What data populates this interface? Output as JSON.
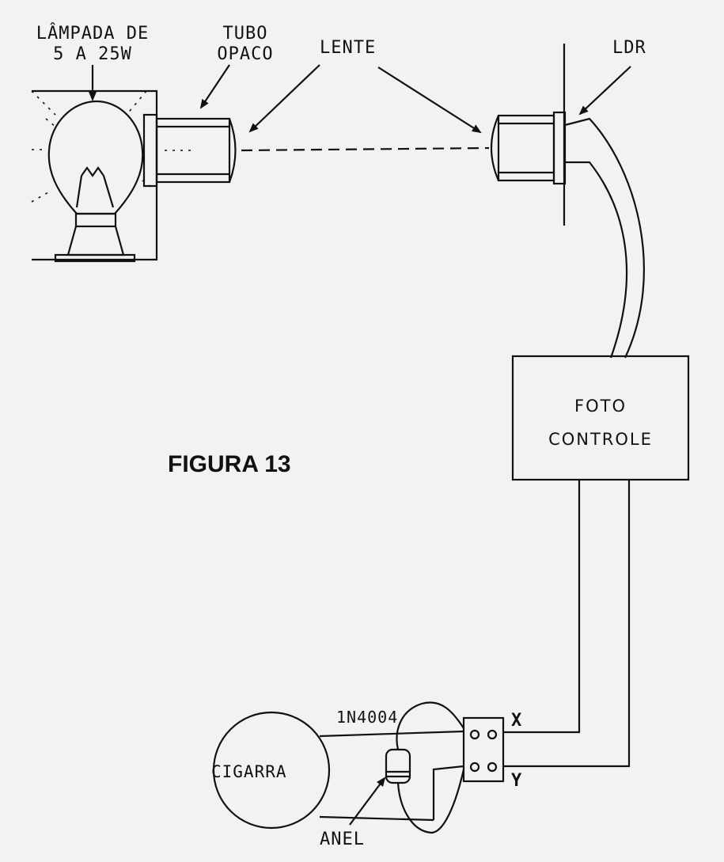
{
  "labels": {
    "lamp": [
      "LÂMPADA DE",
      "5 A 25W"
    ],
    "tube": [
      "TUBO",
      "OPACO"
    ],
    "lens": "LENTE",
    "ldr": "LDR",
    "photo_control": [
      "FOTO",
      "CONTROLE"
    ],
    "figure": "FIGURA 13",
    "diode": "1N4004",
    "terminal_x": "X",
    "terminal_y": "Y",
    "buzzer": "CIGARRA",
    "ring": "ANEL"
  }
}
